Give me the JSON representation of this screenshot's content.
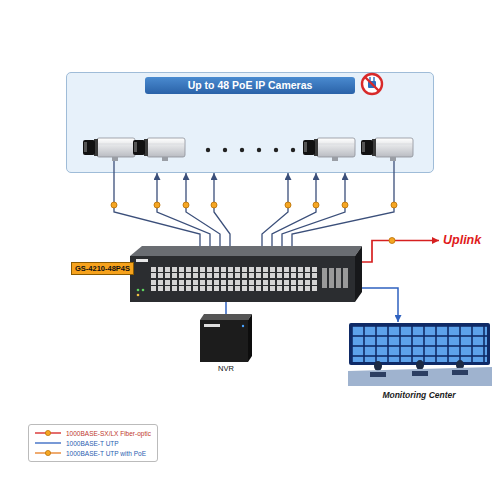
{
  "diagram": {
    "nodes": [
      {
        "text": [
          "Up to 48 PoE IP Cameras"
        ]
      },
      {
        "text": [
          "GS-4210-48P4S"
        ]
      },
      {
        "text": [
          "Uplink"
        ]
      },
      {
        "text": [
          "NVR"
        ]
      },
      {
        "text": [
          "Monitoring Center"
        ]
      }
    ],
    "edges": [
      {
        "from": 0,
        "to": 1,
        "arrow": "none"
      },
      {
        "from": 1,
        "to": 0,
        "arrow": "to"
      },
      {
        "from": 1,
        "to": 0,
        "arrow": "to"
      },
      {
        "from": 1,
        "to": 0,
        "arrow": "to"
      },
      {
        "from": 1,
        "to": 0,
        "arrow": "to"
      },
      {
        "from": 1,
        "to": 0,
        "arrow": "to"
      },
      {
        "from": 1,
        "to": 0,
        "arrow": "to"
      },
      {
        "from": 0,
        "to": 1,
        "arrow": "none"
      },
      {
        "from": 1,
        "to": 2,
        "arrow": "to"
      },
      {
        "from": 1,
        "to": 3,
        "arrow": "none"
      },
      {
        "from": 1,
        "to": 4,
        "arrow": "to"
      }
    ],
    "legend": [
      {
        "text": "1000BASE-SX/LX Fiber-optic"
      },
      {
        "text": "1000BASE-T UTP"
      },
      {
        "text": "1000BASE-T UTP with PoE"
      }
    ]
  }
}
